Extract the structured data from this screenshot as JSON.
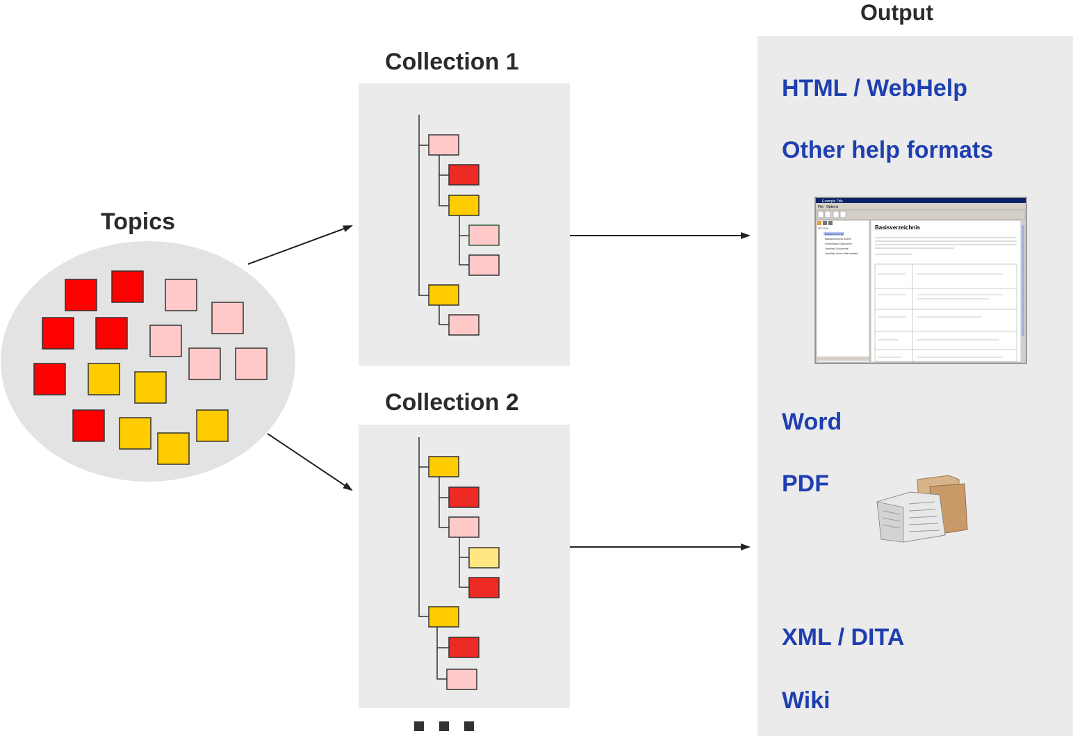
{
  "headings": {
    "topics": "Topics",
    "collection1": "Collection 1",
    "collection2": "Collection 2",
    "output": "Output"
  },
  "output_formats": [
    "HTML / WebHelp",
    "Other help formats",
    "Word",
    "PDF",
    "XML / DITA",
    "Wiki"
  ],
  "colors": {
    "red": "#ff0000",
    "dark_red": "#ee2a24",
    "pink": "#ffc9c9",
    "yellow": "#ffcc00",
    "light_yellow": "#ffe680",
    "panel": "#ebebeb",
    "format_blue": "#1f3fb0"
  },
  "icons": {
    "help_window": "help-window-screenshot-icon",
    "pdf_books": "printed-manuals-icon",
    "continuation": "ellipsis-squares"
  },
  "help_window": {
    "title": "Example Title",
    "menu": [
      "File",
      "Options"
    ],
    "heading": "Basisverzeichnis",
    "tree": [
      "SFT-DITA",
      "Basisverzeichnis",
      "Basisverzeichnis ändern",
      "FrameMaker-Dokumente",
      "JavaHelp-Dokumente",
      "JavaHelp Online-Hilfe erstellen"
    ]
  }
}
